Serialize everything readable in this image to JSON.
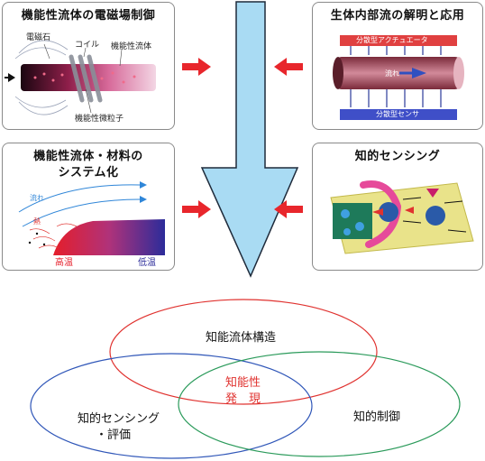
{
  "panels": {
    "top_left": {
      "title": "機能性流体の電磁場制御",
      "labels": {
        "magnet": "電磁石",
        "coil": "コイル",
        "fluid": "機能性流体",
        "particle": "機能性微粒子"
      }
    },
    "top_right": {
      "title": "生体内部流の解明と応用",
      "labels": {
        "actuator": "分散型アクチュエータ",
        "flow": "流れ",
        "sensor": "分散型センサ"
      }
    },
    "bottom_left": {
      "title_line1": "機能性流体・材料の",
      "title_line2": "システム化",
      "labels": {
        "flow": "流れ",
        "heat": "熱",
        "high_temp": "高温",
        "low_temp": "低温"
      }
    },
    "bottom_right": {
      "title": "知的センシング"
    }
  },
  "venn": {
    "top": "知能流体構造",
    "left_line1": "知的センシング",
    "left_line2": "・評価",
    "right": "知的制御",
    "center_line1": "知能性",
    "center_line2": "発　現"
  },
  "colors": {
    "arrow_fill": "#a9dbf3",
    "small_arrow": "#e8262c",
    "circle_top": "#e0322f",
    "circle_left": "#2f56b8",
    "circle_right": "#2a9a5a",
    "center_text": "#e0322f"
  }
}
